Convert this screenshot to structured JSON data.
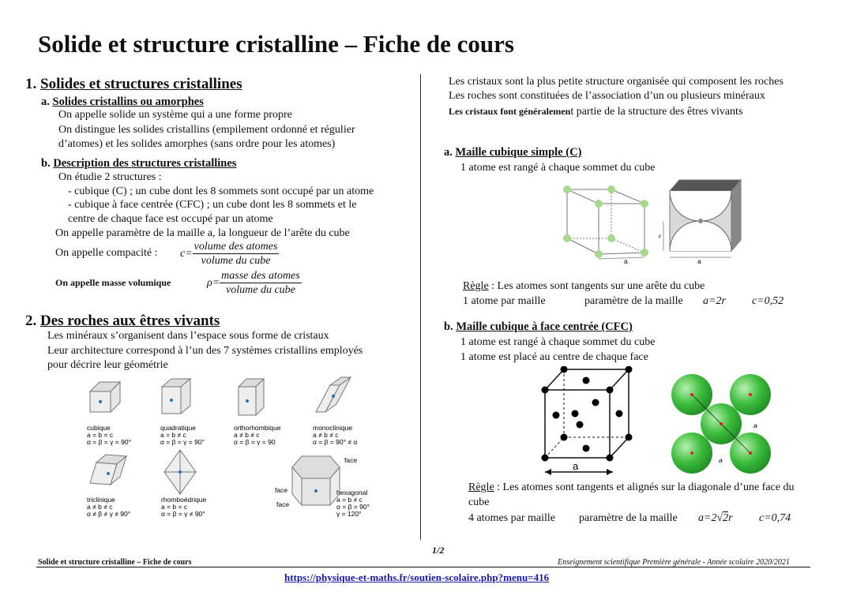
{
  "title": "Solide et structure cristalline – Fiche de cours",
  "section1": {
    "heading_num": "1.",
    "heading": "Solides et structures cristallines",
    "a_num": "a.",
    "a_heading": "Solides cristallins ou amorphes",
    "a_lines": [
      "On appelle solide un système qui a une forme propre",
      "On distingue les solides cristallins (empilement ordonné et régulier",
      "d’atomes) et les solides amorphes (sans ordre pour les atomes)"
    ],
    "b_num": "b.",
    "b_heading": "Description des structures cristallines",
    "b_lines": [
      "On étudie 2 structures :",
      "- cubique (C) ; un cube dont les 8 sommets sont occupé par un atome",
      "- cubique à face centrée (CFC) ; un cube dont les 8 sommets et le",
      "centre de chaque face est occupé par un atome",
      "On appelle paramètre de la maille a, la longueur de l’arête du cube"
    ],
    "compacite_label": "On appelle compacité :",
    "compacite_symbol": "c=",
    "compacite_num": "volume des atomes",
    "compacite_den": "volume du cube",
    "masse_label": "On appelle masse volumique",
    "masse_symbol": "ρ=",
    "masse_num": "masse des atomes",
    "masse_den": "volume du cube"
  },
  "section2": {
    "heading_num": "2.",
    "heading": "Des roches aux êtres vivants",
    "lines": [
      "Les minéraux s’organisent dans l’espace sous forme de cristaux",
      "Leur architecture correspond à l’un des 7 systèmes cristallins employés",
      "pour décrire leur géométrie"
    ],
    "systems": [
      {
        "name": "cubique",
        "l1": "a = b = c",
        "l2": "α = β = γ = 90°"
      },
      {
        "name": "quadratique",
        "l1": "a = b ≠ c",
        "l2": "α = β = γ = 90°"
      },
      {
        "name": "orthorhombique",
        "l1": "a ≠ b ≠ c",
        "l2": "α = β = γ = 90"
      },
      {
        "name": "monoclinique",
        "l1": "a ≠ b ≠ c",
        "l2": "α = β = 90° ≠ α"
      },
      {
        "name": "triclinique",
        "l1": "a ≠ b ≠ c",
        "l2": "α ≠ β ≠ γ ≠ 90°"
      },
      {
        "name": "rhomboédrique",
        "l1": "a = b = c",
        "l2": "α = β = γ ≠ 90°"
      },
      {
        "name": "hexagonal",
        "l1": "a = b ≠ c",
        "l2": "α = β = 90°",
        "l3": "γ = 120°"
      }
    ],
    "face_label": "face"
  },
  "right": {
    "intro": [
      "Les cristaux sont la plus petite structure organisée qui composent les roches",
      "Les roches sont constituées de l’association d’un ou plusieurs minéraux"
    ],
    "intro3_bold": "Les cristaux font généralemen",
    "intro3_rest": "t partie de la structure des êtres vivants",
    "a_num": "a.",
    "a_heading": "Maille cubique simple (C)",
    "a_line": "1 atome est rangé à chaque sommet du cube",
    "a_label_a": "a",
    "a_label_r": "r",
    "a_regle_word": "Règle",
    "a_regle_text": " : Les atomes sont tangents sur une arête du cube",
    "a_par_maille": "1 atome par maille",
    "a_param": "paramètre de la maille",
    "a_formula": "a=2r",
    "a_c": "c=0,52",
    "b_num": "b.",
    "b_heading": "Maille cubique à face centrée (CFC)",
    "b_lines": [
      "1 atome est rangé à chaque sommet du cube",
      "1 atome est placé au centre de chaque face"
    ],
    "b_label_a": "a",
    "b_regle_word": "Règle",
    "b_regle_text": " : Les atomes sont tangents et alignés sur la diagonale d’une face du",
    "b_regle_text2": "cube",
    "b_par_maille": "4 atomes par maille",
    "b_param": "paramètre de la maille",
    "b_formula_pre": "a=2",
    "b_formula_rad": "2",
    "b_formula_post": "r",
    "b_c": "c=0,74"
  },
  "footer": {
    "page": "1/2",
    "left": "Solide et structure cristalline – Fiche de cours",
    "right": "Enseignement scientifique  Première générale   -  Année scolaire 2020/2021",
    "link": "https://physique-et-maths.fr/soutien-scolaire.php?menu=416"
  },
  "colors": {
    "green_atom": "#3dbd3d",
    "green_light": "#a6d98a",
    "link": "#1a1aa8"
  }
}
